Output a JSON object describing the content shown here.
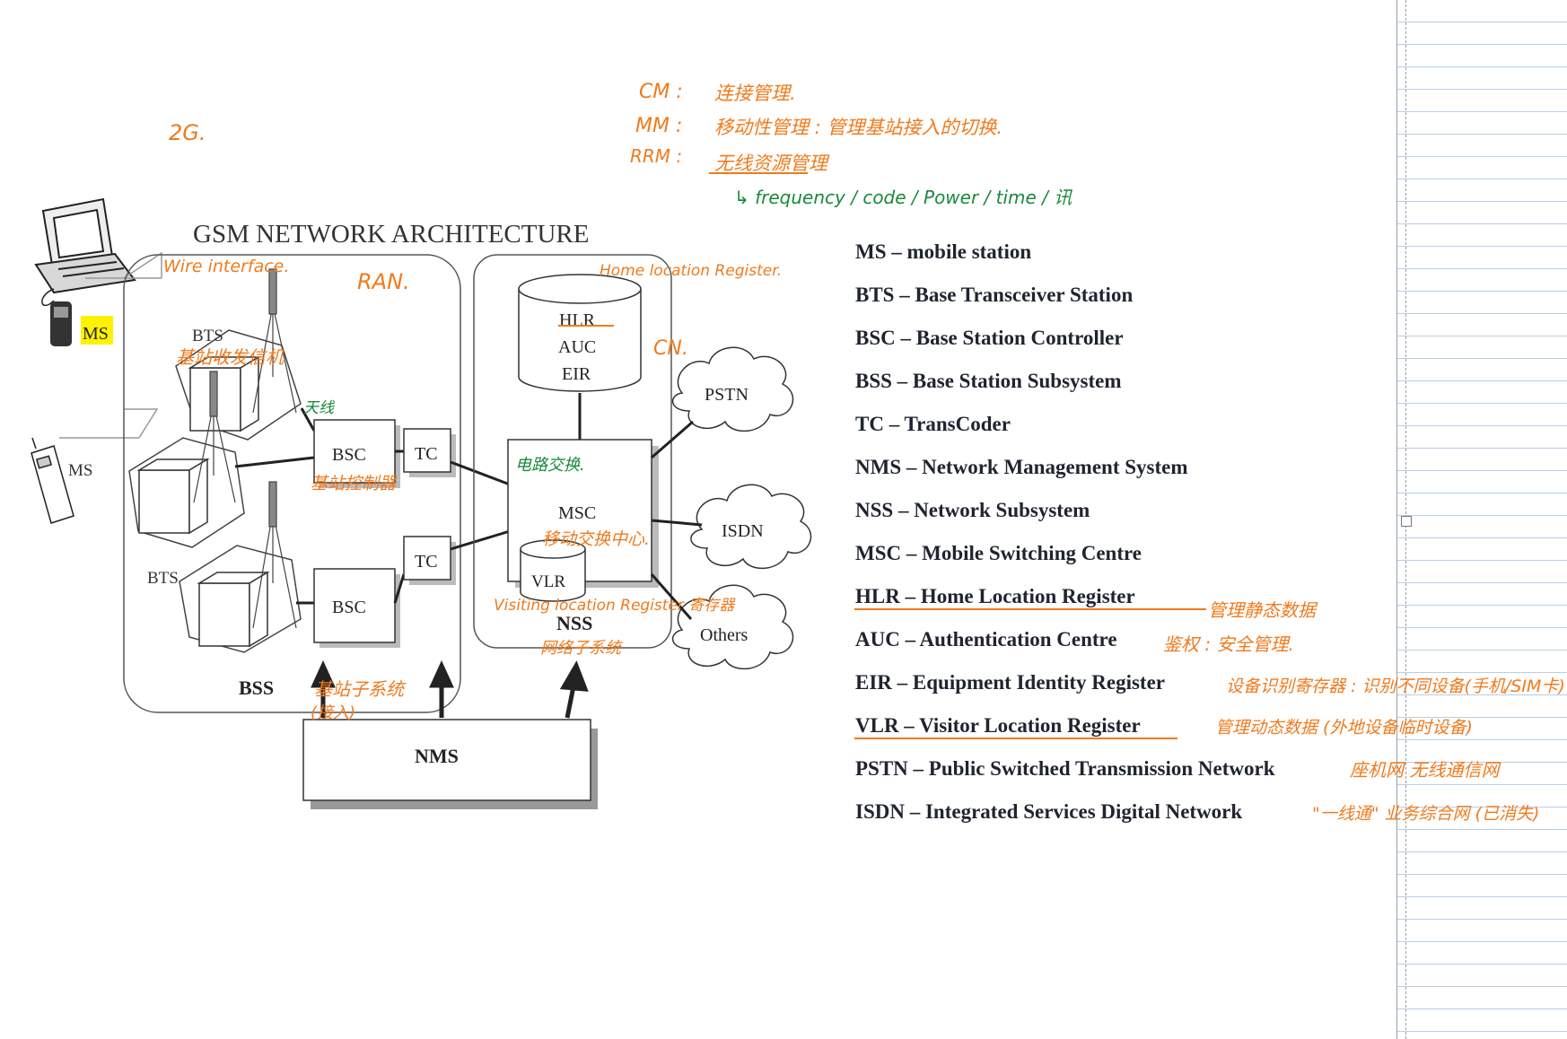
{
  "diagram": {
    "title": "GSM NETWORK ARCHITECTURE",
    "nodes": {
      "ms_top": "MS",
      "ms_bottom": "MS",
      "bts_top": "BTS",
      "bts_bottom": "BTS",
      "bsc_top": "BSC",
      "bsc_bottom": "BSC",
      "tc_top": "TC",
      "tc_bottom": "TC",
      "hlr": "HLR",
      "auc": "AUC",
      "eir": "EIR",
      "msc": "MSC",
      "vlr": "VLR",
      "nss": "NSS",
      "bss": "BSS",
      "nms": "NMS",
      "pstn": "PSTN",
      "isdn": "ISDN",
      "others": "Others"
    }
  },
  "legend": [
    "MS  – mobile station",
    "BTS – Base Transceiver Station",
    "BSC – Base Station Controller",
    "BSS – Base Station Subsystem",
    "TC – TransCoder",
    "NMS – Network Management System",
    "NSS – Network Subsystem",
    "MSC – Mobile Switching Centre",
    "HLR – Home Location Register",
    "AUC – Authentication Centre",
    "EIR  – Equipment Identity Register",
    "VLR  – Visitor Location Register",
    "PSTN – Public Switched Transmission Network",
    "ISDN – Integrated Services Digital Network"
  ],
  "annotations": {
    "gen": "2G.",
    "cm_key": "CM :",
    "cm_val": "连接管理.",
    "mm_key": "MM :",
    "mm_val": "移动性管理 : 管理基站接入的切换.",
    "rrm_key": "RRM :",
    "rrm_val": "无线资源管理",
    "rrm_sub": "↳ frequency / code / Power / time / 讯",
    "wire": "Wire interface.",
    "ran": "RAN.",
    "cn": "CN.",
    "hlr_note": "Home location Register.",
    "bts_cn": "基站收发信机",
    "antenna_cn": "天线",
    "bsc_cn": "基站控制器",
    "circuit_cn": "电路交换.",
    "msc_cn": "移动交换中心.",
    "vlr_note": "Visiting location Register 寄存器",
    "nss_cn": "网络子系统",
    "bss_cn": "基站子系统",
    "bss_cn2": "(接入)",
    "hlr_legend_note": "管理静态数据",
    "auc_note": "鉴权 : 安全管理.",
    "eir_note": "设备识别寄存器 : 识别不同设备(手机/SIM卡)",
    "vlr_legend_note": "管理动态数据 (外地设备临时设备)",
    "pstn_note": "座机网 无线通信网",
    "isdn_note": "\"一线通\" 业务综合网 (已消失)"
  }
}
